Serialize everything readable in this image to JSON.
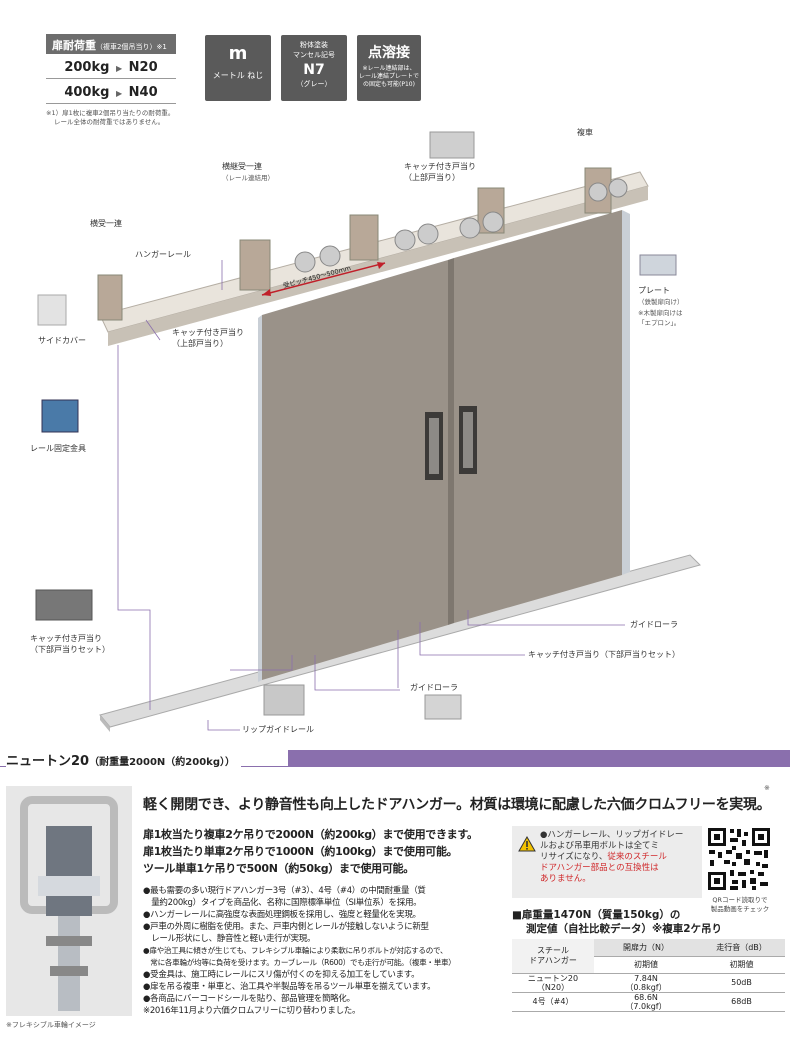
{
  "load": {
    "title": "扉耐荷重",
    "title_note": "（複車2個吊当り）※1",
    "rows": [
      {
        "weight": "200kg",
        "code": "N20"
      },
      {
        "weight": "400kg",
        "code": "N40"
      }
    ],
    "note_line1": "※1）扉1枚に複車2個吊り当たりの耐荷重。",
    "note_line2": "レール全体の耐荷重ではありません。"
  },
  "tiles": {
    "metric": {
      "big": "m",
      "sub": "メートル ねじ"
    },
    "paint": {
      "line1": "粉体塗装",
      "line2": "マンセル記号",
      "code": "N7",
      "sub": "（グレー）"
    },
    "weld": {
      "big": "点溶接",
      "line1": "※レール連結部は、",
      "line2": "レール連結プレートで",
      "line3": "の固定も可能(P10)"
    }
  },
  "labels": {
    "fukusha": "複車",
    "catch_top_1": "キャッチ付き戸当り",
    "catch_top_1b": "（上部戸当り）",
    "yoko_tsugi": "横継受一連",
    "yoko_tsugi_sub": "（レール連結用）",
    "yoko_uke": "横受一連",
    "hanger_rail": "ハンガーレール",
    "pitch": "受ピッチ450～500mm",
    "side_cover": "サイドカバー",
    "catch_top_2": "キャッチ付き戸当り",
    "catch_top_2b": "（上部戸当り）",
    "rail_fix": "レール固定金具",
    "plate": "プレート",
    "plate_sub": "（鉄製扉向け）",
    "plate_note1": "※木製扉向けは",
    "plate_note2": "「エプロン」。",
    "catch_bottom": "キャッチ付き戸当り",
    "catch_bottom_b": "（下部戸当りセット）",
    "guide_roller_1": "ガイドローラ",
    "catch_bottom_2": "キャッチ付き戸当り（下部戸当りセット）",
    "guide_roller_2": "ガイドローラ",
    "lip_guide": "リップガイドレール"
  },
  "section": {
    "title": "ニュートン20",
    "title_sub": "（耐重量2000N（約200kg））"
  },
  "photo_caption": "※フレキシブル車輪イメージ",
  "headline": "軽く開閉でき、より静音性も向上したドアハンガー。材質は環境に配慮した六価クロムフリーを実現。",
  "headline_mark": "※",
  "usage": [
    "扉1枚当たり複車2ケ吊りで2000N（約200kg）まで使用できます。",
    "扉1枚当たり単車2ケ吊りで1000N（約100kg）まで使用可能。",
    "ツール単車1ケ吊りで500N（約50kg）まで使用可能。"
  ],
  "features": [
    "●最も需要の多い現行ドアハンガー3号（#3）、4号（#4）の中間耐重量（質",
    "　量約200kg）タイプを商品化、名称に国際標準単位（SI単位系）を採用。",
    "●ハンガーレールに高強度な表面処理鋼板を採用し、強度と軽量化を実現。",
    "●戸車の外周に樹脂を使用。また、戸車内側とレールが接触しないように新型",
    "　レール形状にし、静音性と軽い走行が実現。",
    "●扉や治工具に傾きが生じても、フレキシブル車輪により柔軟に吊りボルトが対応するので、",
    "　常に各車輪が均等に負荷を受けます。カーブレール（R600）でも走行が可能。（複車・単車）",
    "●受金具は、施工時にレールにスリ傷が付くのを抑える加工をしています。",
    "●扉を吊る複車・単車と、治工具や半製品等を吊るツール単車を揃えています。",
    "●各商品にバーコードシールを貼り、部品管理を簡略化。",
    "※2016年11月より六価クロムフリーに切り替わりました。"
  ],
  "warning": {
    "line1": "●ハンガーレール、リップガイドレー",
    "line2": "ルおよび吊車用ボルトは全てミ",
    "line3": "リサイズになり、",
    "line3_red": "従来のスチール",
    "line4_red": "ドアハンガー部品との互換性は",
    "line5_red": "ありません。"
  },
  "qr_caption": "QRコード読取りで\n製品動画をチェック",
  "measure": {
    "line1": "■扉重量1470N（質量150kg）の",
    "line2": "測定値（自社比較データ）※複車2ケ吊り"
  },
  "table": {
    "h_product": "スチール\nドアハンガー",
    "h_force": "開扉力（N）",
    "h_noise": "走行音（dB）",
    "h_initial_1": "初期値",
    "h_initial_2": "初期値",
    "rows": [
      {
        "product": "ニュートン20\n（N20）",
        "force": "7.84N\n（0.8kgf）",
        "noise": "50dB"
      },
      {
        "product": "4号（#4）",
        "force": "68.6N\n（7.0kgf）",
        "noise": "68dB"
      }
    ]
  },
  "colors": {
    "accent_purple": "#8a6fad",
    "tile_gray": "#5a5a5a",
    "warning_red": "#d0292b"
  }
}
